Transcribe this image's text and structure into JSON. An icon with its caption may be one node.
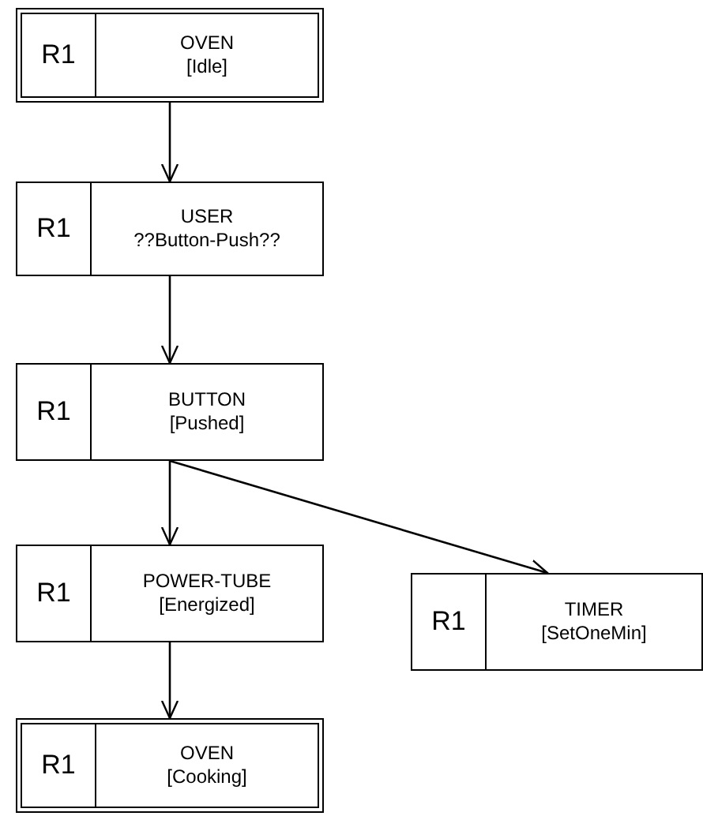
{
  "diagram": {
    "nodes": [
      {
        "text": [
          "R1",
          "OVEN [Idle]"
        ]
      },
      {
        "text": [
          "R1",
          "USER ??Button-Push??"
        ]
      },
      {
        "text": [
          "R1",
          "BUTTON [Pushed]"
        ]
      },
      {
        "text": [
          "R1",
          "POWER-TUBE [Energized]"
        ]
      },
      {
        "text": [
          "R1",
          "TIMER [SetOneMin]"
        ]
      },
      {
        "text": [
          "R1",
          "OVEN [Cooking]"
        ]
      }
    ],
    "edges": [
      {
        "from": 0,
        "to": 1,
        "arrow": "to"
      },
      {
        "from": 1,
        "to": 2,
        "arrow": "to"
      },
      {
        "from": 2,
        "to": 3,
        "arrow": "to"
      },
      {
        "from": 2,
        "to": 4,
        "arrow": "to"
      },
      {
        "from": 3,
        "to": 5,
        "arrow": "to"
      }
    ]
  }
}
